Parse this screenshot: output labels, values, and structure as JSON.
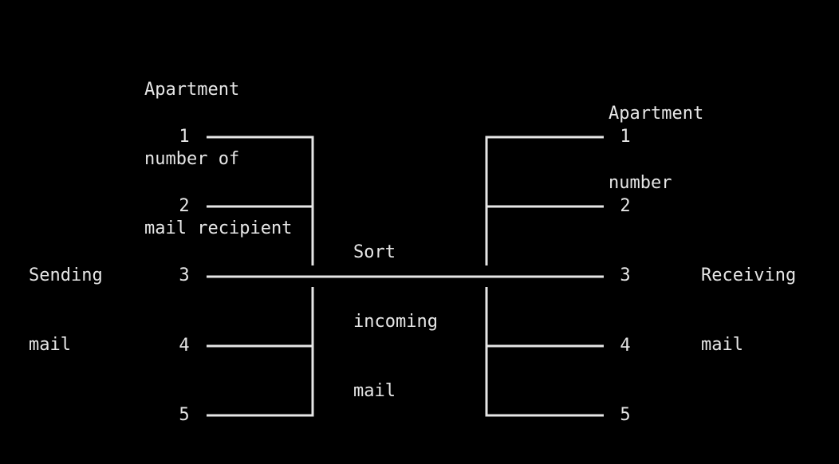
{
  "colors": {
    "background": "#000000",
    "foreground": "#e6e6e6"
  },
  "labels": {
    "left_header": [
      "Apartment",
      "number of",
      "mail recipient"
    ],
    "right_header": [
      "Apartment",
      "number"
    ],
    "sending": [
      "Sending",
      "mail"
    ],
    "receiving": [
      "Receiving",
      "mail"
    ],
    "sort": [
      "Sort",
      "incoming",
      "mail"
    ]
  },
  "left_numbers": [
    "1",
    "2",
    "3",
    "4",
    "5"
  ],
  "right_numbers": [
    "1",
    "2",
    "3",
    "4",
    "5"
  ]
}
